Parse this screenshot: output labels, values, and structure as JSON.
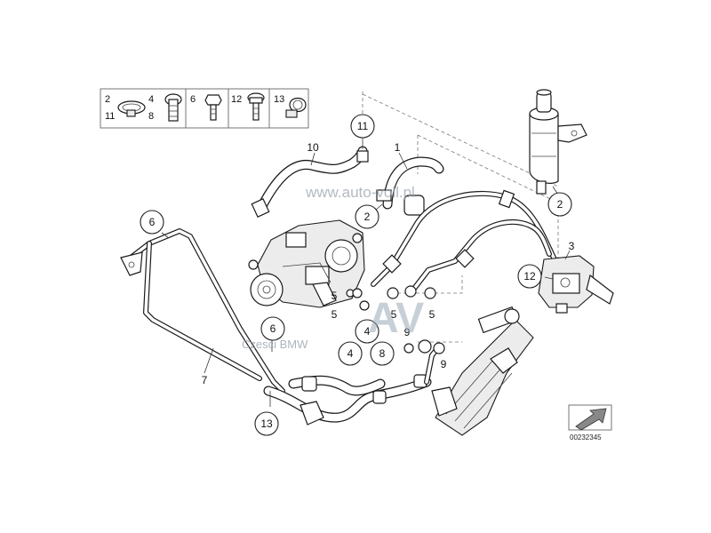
{
  "legend": {
    "cells": [
      {
        "top": "2",
        "bottom": "11",
        "right_top": "4",
        "right_bottom": "8"
      },
      {
        "label": "6"
      },
      {
        "label": "12"
      },
      {
        "label": "13"
      }
    ]
  },
  "callouts": {
    "c11": "11",
    "c2_tank": "2",
    "c2_mid": "2",
    "c6_left": "6",
    "c6_mid": "6",
    "c12": "12",
    "c13": "13",
    "c4_a": "4",
    "c4_b": "4",
    "c8": "8"
  },
  "labels": {
    "l10": "10",
    "l1": "1",
    "l3": "3",
    "l7": "7",
    "l5_a": "5",
    "l5_b": "5",
    "l5_c": "5",
    "l5_d": "5",
    "l9_a": "9",
    "l9_b": "9"
  },
  "watermarks": {
    "url": "www.auto-voll.pl",
    "czesci": "Czesci BMW",
    "logo": "AV"
  },
  "reference_number": "00232345"
}
